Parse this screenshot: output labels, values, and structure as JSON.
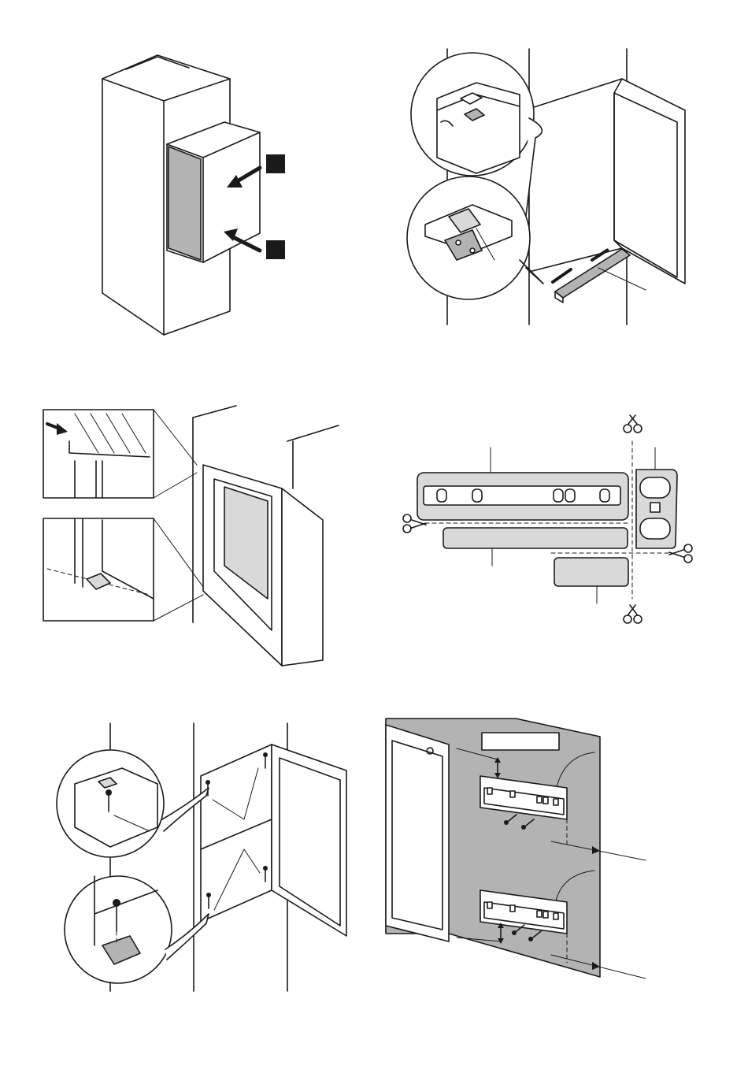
{
  "panels": [
    {
      "id": "insert-unit",
      "markers": 2
    },
    {
      "id": "bottom-hinge-detail"
    },
    {
      "id": "top-gap-detail"
    },
    {
      "id": "cut-brackets",
      "cut_marks": 4
    },
    {
      "id": "screw-hinges"
    },
    {
      "id": "mount-door-brackets"
    }
  ],
  "labels": {
    "blank_box": ""
  },
  "colors": {
    "line": "#1a1a1a",
    "panel_grey": "#b3b3b3",
    "light_grey": "#d9d9d9",
    "background": "#ffffff"
  },
  "icons": [
    "scissors-icon",
    "arrow-icon",
    "screw-icon",
    "magnifier-callout-icon"
  ]
}
